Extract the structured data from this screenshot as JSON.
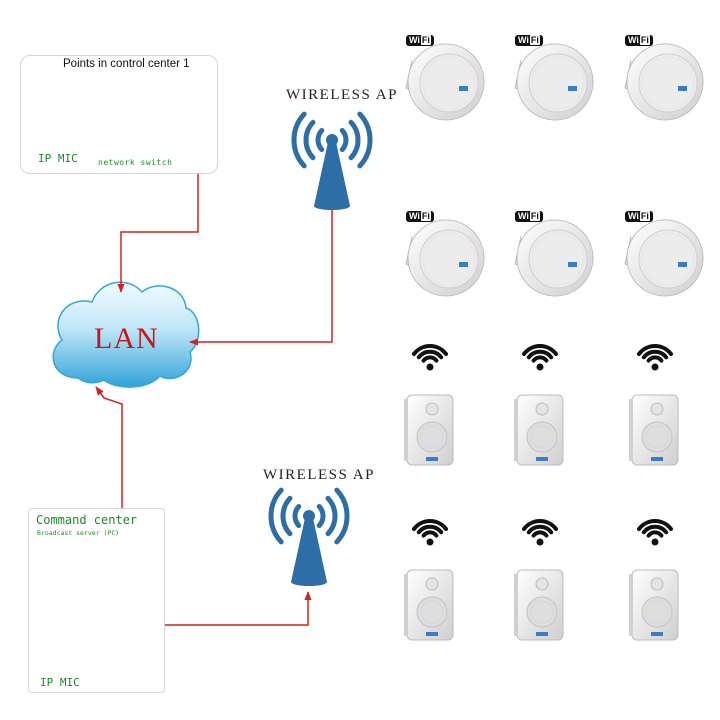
{
  "diagram": {
    "control_point_box": {
      "title": "Points in control center 1",
      "mic_label": "IP  MIC",
      "switch_label": "network switch"
    },
    "command_center_box": {
      "title": "Command center",
      "server_label": "Broadcast server (PC)",
      "mic_label": "IP  MIC"
    },
    "lan": {
      "label": "LAN"
    },
    "access_points": [
      {
        "label": "WIRELESS AP"
      },
      {
        "label": "WIRELESS AP"
      }
    ],
    "ceiling_speakers": {
      "badge": "Wi",
      "badge_suffix": "Fi",
      "count": 6
    },
    "wall_speakers": {
      "count": 6
    },
    "colors": {
      "link": "#d42020",
      "cloud_top": "#e9f7fd",
      "cloud_bottom": "#2fa3d8",
      "ap_blue": "#2e6ea6",
      "speaker": "#e8e8e8",
      "label_green": "#1c8a2a",
      "lan_text": "#c8141a"
    }
  }
}
